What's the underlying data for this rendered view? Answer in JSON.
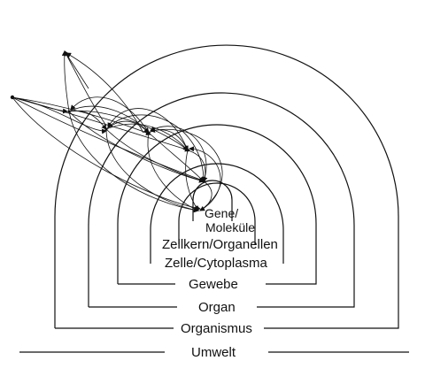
{
  "levels": {
    "umwelt": "Umwelt",
    "organismus": "Organismus",
    "organ": "Organ",
    "gewebe": "Gewebe",
    "zelle": "Zelle/Cytoplasma",
    "zellkern": "Zellkern/Organellen"
  },
  "core": {
    "line1": "Gene/",
    "line2": "Moleküle"
  },
  "colors": {
    "ink": "#111111",
    "background": "#ffffff"
  }
}
